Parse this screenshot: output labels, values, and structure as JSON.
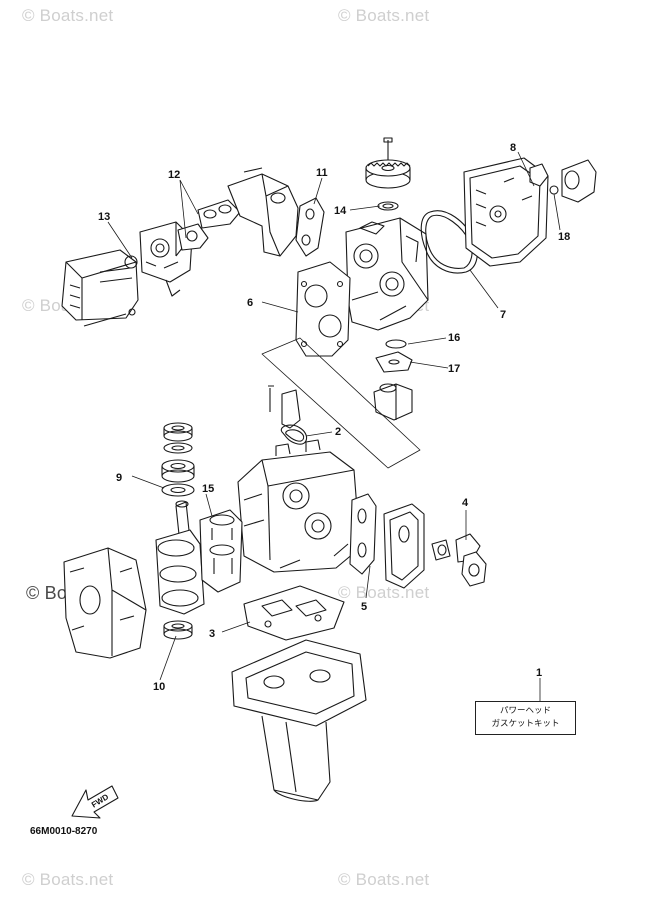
{
  "watermark": {
    "text": "© Boats.net",
    "text_dark": "© Boats.net"
  },
  "diagram": {
    "part_code": "66M0010-8270",
    "kit_label_line1": "パワーヘッド",
    "kit_label_line2": "ガスケットキット",
    "fwd_label": "FWD",
    "callouts": [
      "1",
      "2",
      "3",
      "4",
      "5",
      "6",
      "7",
      "8",
      "9",
      "10",
      "11",
      "12",
      "13",
      "14",
      "15",
      "16",
      "17",
      "18"
    ]
  }
}
